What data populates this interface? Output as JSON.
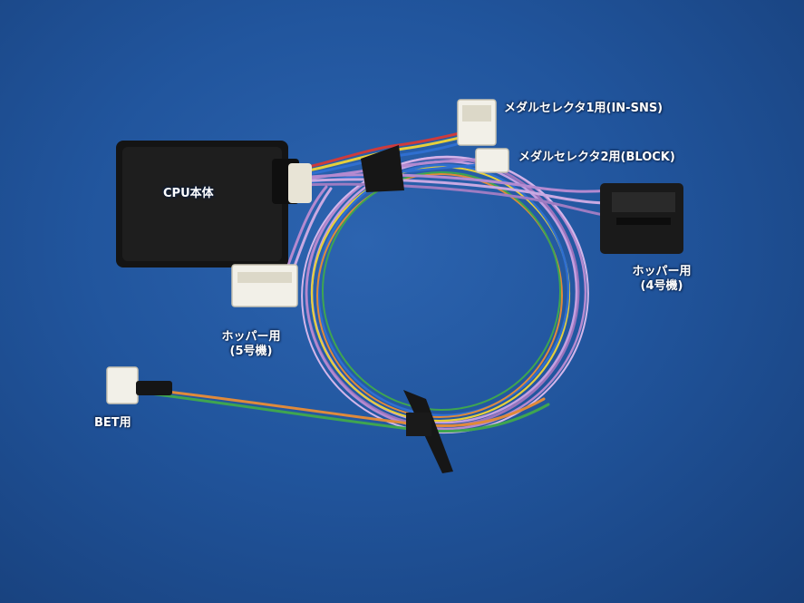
{
  "labels": {
    "cpu": "CPU本体",
    "selector1": "メダルセレクタ1用(IN-SNS)",
    "selector2": "メダルセレクタ2用(BLOCK)",
    "hopper4_line1": "ホッパー用",
    "hopper4_line2": "(4号機)",
    "hopper5_line1": "ホッパー用",
    "hopper5_line2": "(5号機)",
    "bet": "BET用"
  },
  "colors": {
    "background": "#21559d",
    "cpu_box": "#141414",
    "connector_white": "#f2f0e8",
    "connector_black": "#1a1a1a",
    "wire_purple": "#b48ad0",
    "wire_orange": "#e08a3a",
    "wire_green": "#3fa550",
    "wire_yellow": "#e6cf3c",
    "wire_blue": "#2f6fd0",
    "wire_red": "#cf3b3b"
  }
}
